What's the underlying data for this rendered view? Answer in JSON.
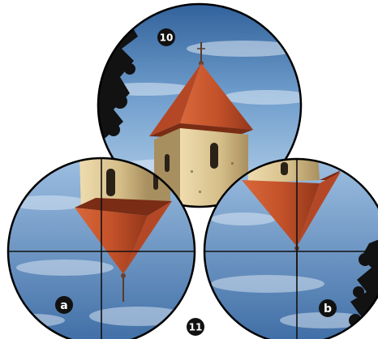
{
  "figure": {
    "top_view": {
      "number": "10"
    },
    "views": [
      {
        "letter": "a"
      },
      {
        "letter": "b"
      }
    ],
    "bottom_number": "11"
  },
  "colors": {
    "sky_light": "#bcd6ec",
    "sky_dark": "#3f6fa6",
    "roof": "#c3532c",
    "roof_dark": "#8e3418",
    "stone": "#d8c491",
    "stone_dark": "#a58c5d",
    "crosshair": "#111111",
    "outline": "#000000",
    "badge": "#111111"
  },
  "icons": [
    "tree-silhouette",
    "crosshair",
    "church-tower"
  ]
}
